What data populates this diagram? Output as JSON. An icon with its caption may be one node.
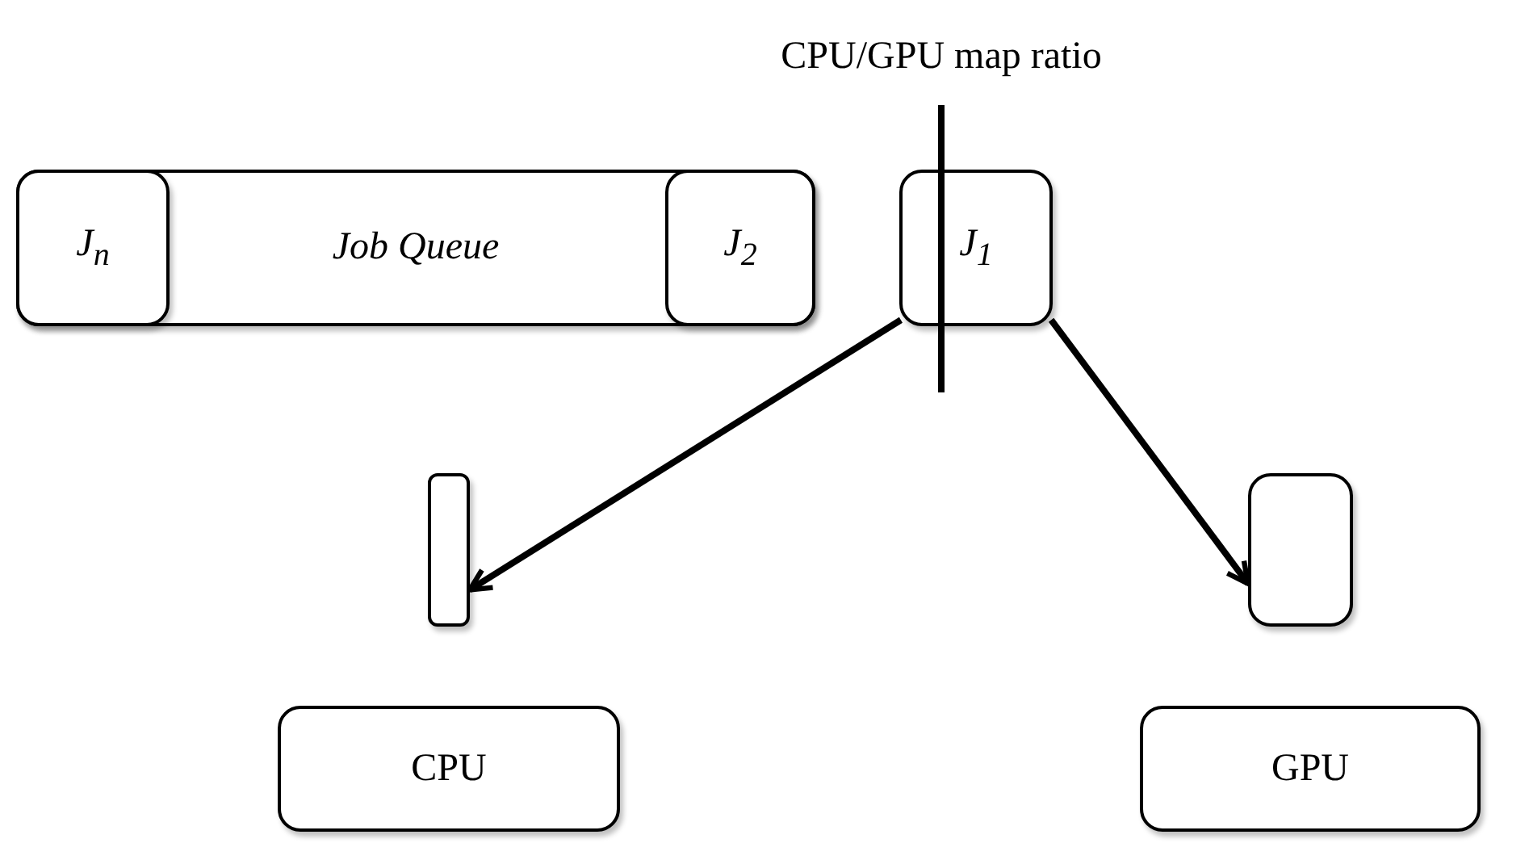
{
  "diagram": {
    "nodes": [
      {
        "text": [
          "Job Queue"
        ]
      },
      {
        "text": [
          "J$_{n}$"
        ],
        "in": 0
      },
      {
        "text": [
          "J$_{2}$"
        ],
        "in": 0
      },
      {
        "text": [
          "J$_{1}$"
        ]
      },
      {
        "text": [],
        "shape": "bar"
      },
      {
        "text": [],
        "shape": "box"
      },
      {
        "text": [
          "CPU"
        ]
      },
      {
        "text": [
          "GPU"
        ]
      }
    ],
    "edges": [
      {
        "from": 3,
        "to": 4,
        "arrow": "to"
      },
      {
        "from": 3,
        "to": 5,
        "arrow": "to"
      }
    ],
    "labels": [
      "CPU/GPU map ratio"
    ]
  }
}
